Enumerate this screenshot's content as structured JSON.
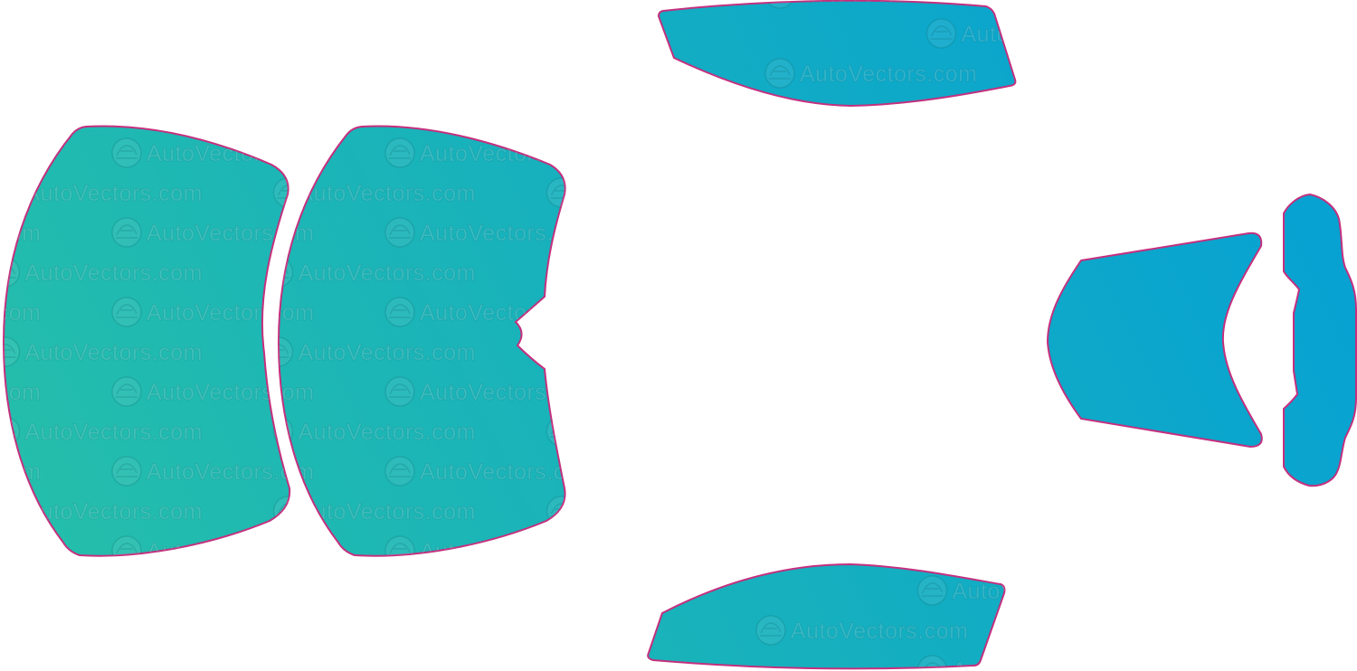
{
  "watermark": {
    "text": "AutoVectors.com",
    "logo_icon": "autovectors-car-logo-icon"
  },
  "colors": {
    "gradient_start": "#27c0a8",
    "gradient_end": "#049fd6",
    "outline": "#c4307e",
    "background": "#ffffff"
  },
  "pieces": [
    "left-rear-side-window",
    "left-front-side-window",
    "windshield",
    "rear-window",
    "right-quarter-glass",
    "right-vent-glass"
  ]
}
